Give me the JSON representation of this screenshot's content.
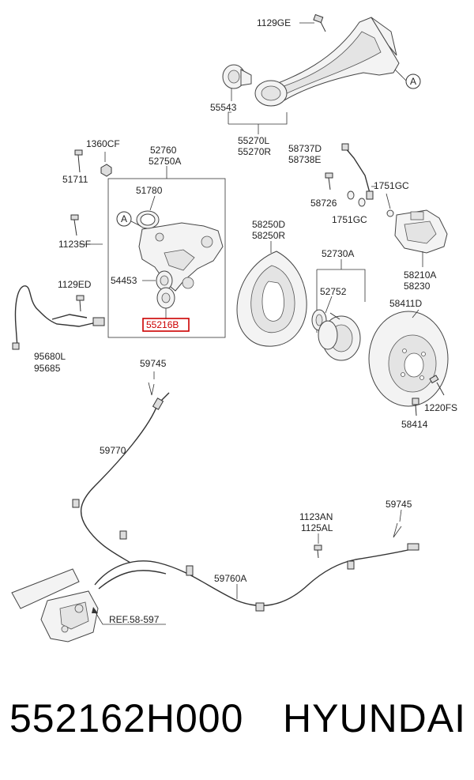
{
  "labels": {
    "l_1129GE": "1129GE",
    "l_55543": "55543",
    "l_55270L": "55270L",
    "l_55270R": "55270R",
    "l_A_top": "A",
    "l_1360CF": "1360CF",
    "l_51711": "51711",
    "l_52760": "52760",
    "l_52750A": "52750A",
    "l_51780": "51780",
    "l_A_left": "A",
    "l_1123SF": "1123SF",
    "l_1129ED": "1129ED",
    "l_54453": "54453",
    "l_55216B": "55216B",
    "l_95680L": "95680L",
    "l_95685": "95685",
    "l_58737D": "58737D",
    "l_58738E": "58738E",
    "l_58726": "58726",
    "l_1751GC_a": "1751GC",
    "l_1751GC_b": "1751GC",
    "l_58250D": "58250D",
    "l_58250R": "58250R",
    "l_52730A": "52730A",
    "l_52752": "52752",
    "l_58210A": "58210A",
    "l_58230": "58230",
    "l_58411D": "58411D",
    "l_1220FS": "1220FS",
    "l_58414": "58414",
    "l_59745_a": "59745",
    "l_59770": "59770",
    "l_1123AN": "1123AN",
    "l_1125AL": "1125AL",
    "l_59745_b": "59745",
    "l_59760A": "59760A",
    "l_REF": "REF.58-597"
  },
  "highlight_color": "#cc0000",
  "caption": {
    "part_number": "552162H000",
    "brand": "HYUNDAI"
  }
}
